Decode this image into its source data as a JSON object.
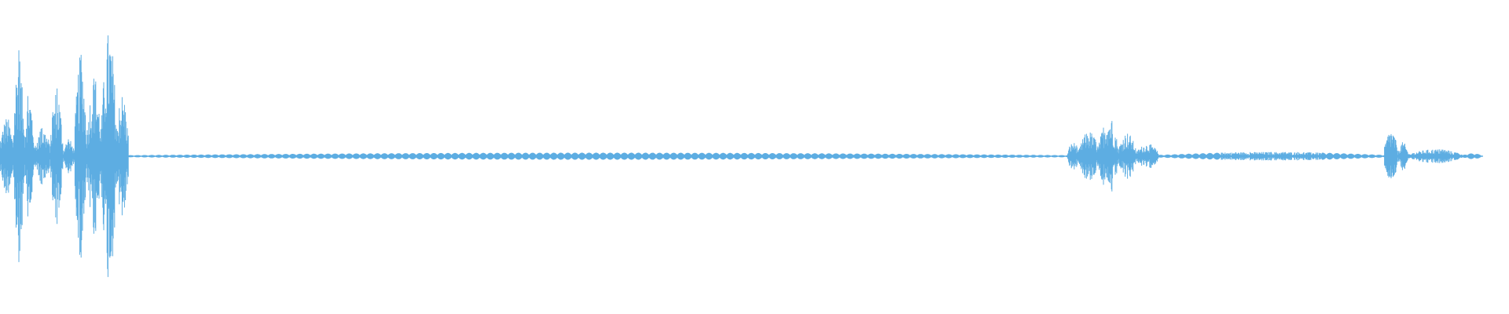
{
  "colors": {
    "background": "#ffffff",
    "waveform": "#5dade2"
  },
  "chart_data": {
    "type": "area",
    "description_of_axes": "",
    "title": "",
    "xlabel": "",
    "ylabel": "",
    "xlim": [
      0,
      1
    ],
    "ylim": [
      -1,
      1
    ],
    "grid": false,
    "legend": "none",
    "baseline_amplitude": 0.025,
    "segments": [
      {
        "start": 0.0,
        "end": 0.009,
        "peak": 0.28
      },
      {
        "start": 0.009,
        "end": 0.016,
        "peak": 0.75
      },
      {
        "start": 0.016,
        "end": 0.023,
        "peak": 0.45
      },
      {
        "start": 0.023,
        "end": 0.034,
        "peak": 0.2
      },
      {
        "start": 0.034,
        "end": 0.042,
        "peak": 0.48
      },
      {
        "start": 0.042,
        "end": 0.05,
        "peak": 0.12
      },
      {
        "start": 0.05,
        "end": 0.058,
        "peak": 0.72
      },
      {
        "start": 0.058,
        "end": 0.068,
        "peak": 0.55
      },
      {
        "start": 0.068,
        "end": 0.078,
        "peak": 0.9
      },
      {
        "start": 0.078,
        "end": 0.086,
        "peak": 0.45
      },
      {
        "start": 0.086,
        "end": 0.714,
        "peak": 0.025
      },
      {
        "start": 0.714,
        "end": 0.722,
        "peak": 0.1
      },
      {
        "start": 0.722,
        "end": 0.735,
        "peak": 0.18
      },
      {
        "start": 0.735,
        "end": 0.748,
        "peak": 0.28
      },
      {
        "start": 0.748,
        "end": 0.76,
        "peak": 0.17
      },
      {
        "start": 0.76,
        "end": 0.775,
        "peak": 0.09
      },
      {
        "start": 0.775,
        "end": 0.926,
        "peak": 0.03
      },
      {
        "start": 0.926,
        "end": 0.935,
        "peak": 0.19
      },
      {
        "start": 0.935,
        "end": 0.942,
        "peak": 0.1
      },
      {
        "start": 0.942,
        "end": 0.978,
        "peak": 0.05
      },
      {
        "start": 0.978,
        "end": 0.992,
        "peak": 0.02
      }
    ]
  }
}
